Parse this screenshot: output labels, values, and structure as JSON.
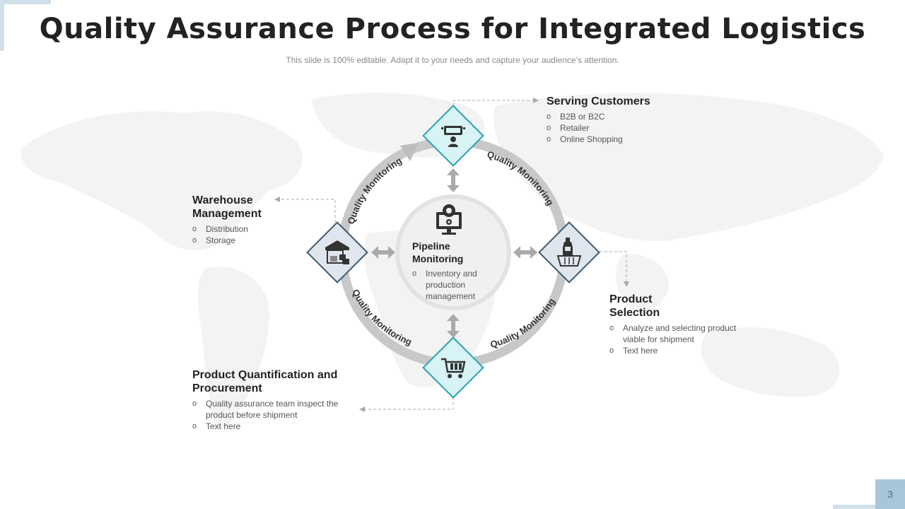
{
  "title": "Quality Assurance Process for Integrated Logistics",
  "subtitle": "This slide is 100% editable. Adapt it to your needs and capture your audience’s attention.",
  "page_number": "3",
  "cycle_label": "Quality Monitoring",
  "center": {
    "heading": "Pipeline Monitoring",
    "items": [
      "Inventory and production management"
    ]
  },
  "nodes": {
    "top": {
      "icon": "customer-service-icon",
      "heading": "Serving Customers",
      "items": [
        "B2B or B2C",
        "Retailer",
        "Online Shopping"
      ]
    },
    "right": {
      "icon": "product-basket-icon",
      "heading": "Product Selection",
      "items": [
        "Analyze and selecting product viable for shipment",
        "Text here"
      ]
    },
    "bottom": {
      "icon": "shopping-cart-icon",
      "heading": "Product Quantification and Procurement",
      "items": [
        "Quality assurance team inspect the product before shipment",
        "Text here"
      ]
    },
    "left": {
      "icon": "warehouse-icon",
      "heading": "Warehouse Management",
      "items": [
        "Distribution",
        "Storage"
      ]
    }
  },
  "colors": {
    "accent_teal": "#2aa3b0",
    "accent_light": "#d7f3f6",
    "accent_navy": "#3f5b70",
    "ring_gray": "#c8c8c8",
    "map_gray": "#f2f2f2"
  }
}
